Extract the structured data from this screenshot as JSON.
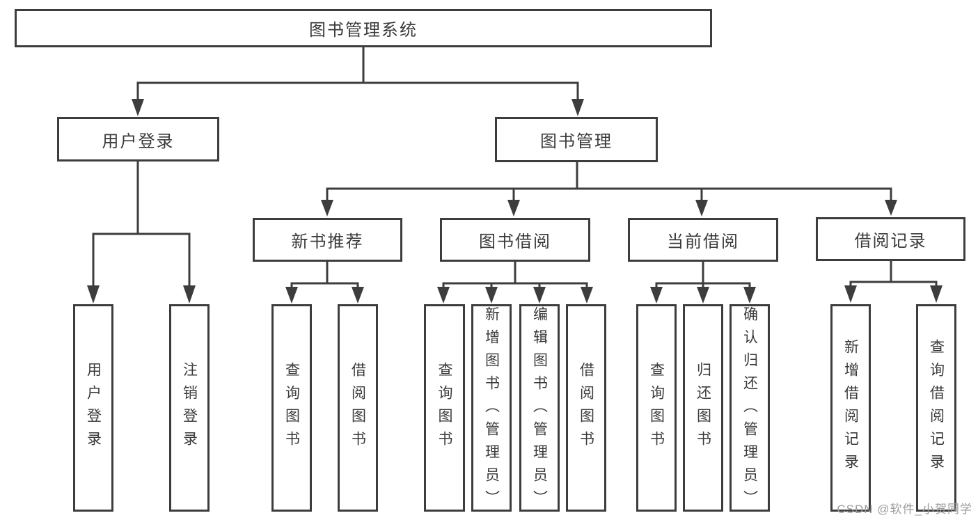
{
  "tree": {
    "root": {
      "label": "图书管理系统"
    },
    "level2": [
      {
        "label": "用户登录"
      },
      {
        "label": "图书管理"
      }
    ],
    "level3": [
      {
        "label": "新书推荐"
      },
      {
        "label": "图书借阅"
      },
      {
        "label": "当前借阅"
      },
      {
        "label": "借阅记录"
      }
    ],
    "leaves": {
      "user_login": [
        "用户登录",
        "注销登录"
      ],
      "new_book_recommendation": [
        "查询图书",
        "借阅图书"
      ],
      "book_borrowing": [
        "查询图书",
        "新增图书（管理员）",
        "编辑图书（管理员）",
        "借阅图书"
      ],
      "current_borrowing": [
        "查询图书",
        "归还图书",
        "确认归还（管理员）"
      ],
      "borrowing_records": [
        "新增借阅记录",
        "查询借阅记录"
      ]
    }
  },
  "watermark": {
    "text": "CSDN @软件_小贺同学"
  },
  "colors": {
    "line": "#3d3d3d",
    "text": "#3a3a3a",
    "watermark": "#9c9c9c",
    "background": "#ffffff"
  }
}
